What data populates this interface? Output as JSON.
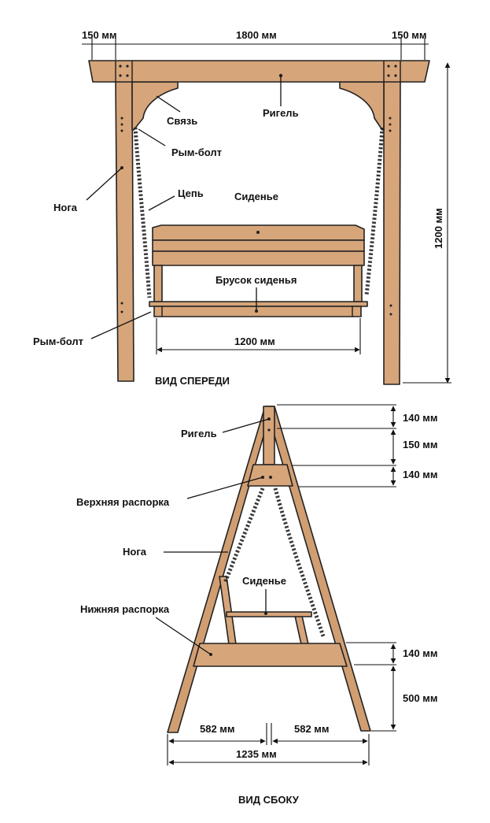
{
  "front_view": {
    "title": "ВИД СПЕРЕДИ",
    "dims": {
      "left_overhang": "150 мм",
      "span": "1800 мм",
      "right_overhang": "150 мм",
      "height": "1200 мм",
      "seat_width": "1200 мм"
    },
    "labels": {
      "crossbar": "Ригель",
      "brace": "Связь",
      "eyebolt_top": "Рым-болт",
      "leg": "Нога",
      "chain": "Цепь",
      "seat": "Сиденье",
      "seat_bar": "Брусок сиденья",
      "eyebolt_bottom": "Рым-болт"
    }
  },
  "side_view": {
    "title": "ВИД СБОКУ",
    "dims": {
      "top_block": "140 мм",
      "gap": "150 мм",
      "upper_brace": "140 мм",
      "lower_brace": "140 мм",
      "bottom": "500 мм",
      "half_left": "582 мм",
      "half_right": "582 мм",
      "base": "1235 мм"
    },
    "labels": {
      "crossbar": "Ригель",
      "upper_brace": "Верхняя распорка",
      "leg": "Нога",
      "seat": "Сиденье",
      "lower_brace": "Нижняя распорка"
    }
  },
  "colors": {
    "wood": "#d6a57a",
    "outline": "#222222"
  }
}
